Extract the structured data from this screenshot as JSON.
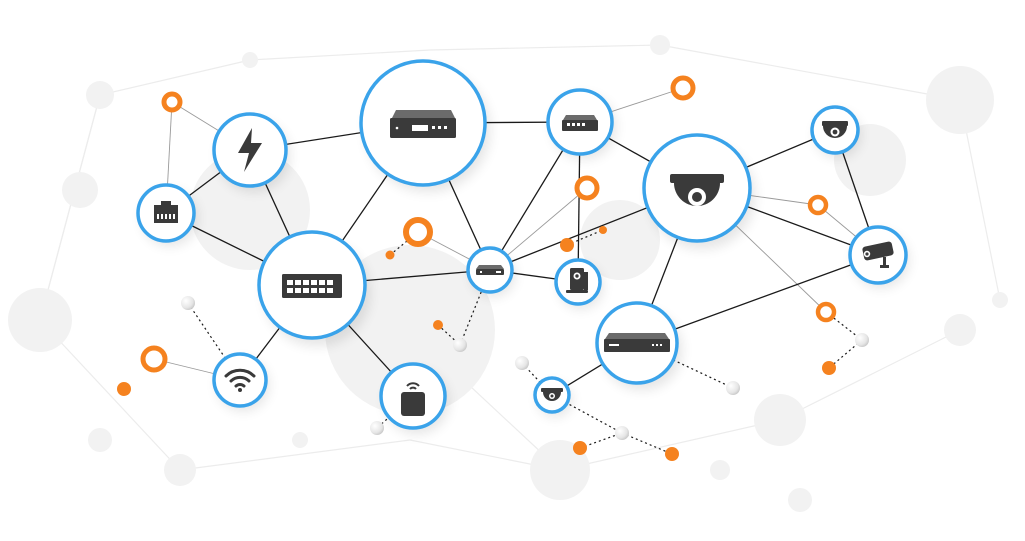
{
  "colors": {
    "node_border": "#3aa3ea",
    "accent_orange": "#f5821f",
    "link": "#1a1a1a",
    "icon": "#3a3a3a",
    "background": "#ffffff"
  },
  "nodes": [
    {
      "id": "power",
      "icon": "lightning-icon"
    },
    {
      "id": "ethernet",
      "icon": "ethernet-port-icon"
    },
    {
      "id": "nvr",
      "icon": "recorder-box-icon"
    },
    {
      "id": "small-switch",
      "icon": "small-switch-icon"
    },
    {
      "id": "dome-camera-large",
      "icon": "dome-camera-icon"
    },
    {
      "id": "dome-camera-small",
      "icon": "dome-camera-icon"
    },
    {
      "id": "bullet-camera",
      "icon": "bullet-camera-icon"
    },
    {
      "id": "main-switch",
      "icon": "network-switch-icon"
    },
    {
      "id": "router",
      "icon": "router-icon"
    },
    {
      "id": "cube-camera",
      "icon": "cube-camera-icon"
    },
    {
      "id": "dvr",
      "icon": "dvr-icon"
    },
    {
      "id": "wifi",
      "icon": "wifi-icon"
    },
    {
      "id": "sensor",
      "icon": "sensor-icon"
    },
    {
      "id": "ceiling-camera",
      "icon": "ceiling-camera-icon"
    }
  ]
}
